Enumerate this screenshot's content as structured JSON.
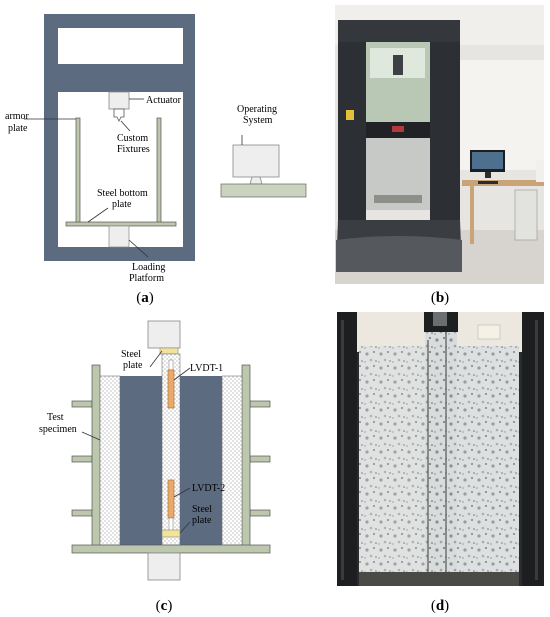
{
  "figure": {
    "panel_a": {
      "label": "(a)",
      "letter": "a",
      "annotations": {
        "actuator": "Actuator",
        "armor_plate": [
          "armor",
          "plate"
        ],
        "custom_fixtures": [
          "Custom",
          "Fixtures"
        ],
        "steel_bottom_plate": [
          "Steel bottom",
          "plate"
        ],
        "loading_platform": [
          "Loading",
          "Platform"
        ],
        "operating_system": [
          "Operating",
          "System"
        ]
      },
      "colors": {
        "frame": "#5c6b80",
        "platform": "#c9d3bd",
        "plate": "#bcc7ad",
        "block": "#eeeeee"
      }
    },
    "panel_b": {
      "label": "(b)",
      "letter": "b",
      "photo": "universal testing machine with attached computer workstation"
    },
    "panel_c": {
      "label": "(c)",
      "letter": "c",
      "annotations": {
        "steel_plate_top": [
          "Steel",
          "plate"
        ],
        "lvdt_1": "LVDT-1",
        "test_specimen": [
          "Test",
          "specimen"
        ],
        "lvdt_2": "LVDT-2",
        "steel_plate_bottom": [
          "Steel",
          "plate"
        ]
      },
      "colors": {
        "specimen": "#5c6b80",
        "plate": "#bcc7ad",
        "lvdt": "#e8a96a",
        "steel": "#f3e39a"
      }
    },
    "panel_d": {
      "label": "(d)",
      "letter": "d",
      "photo": "fractured concrete specimen between two dark armor plates"
    }
  }
}
